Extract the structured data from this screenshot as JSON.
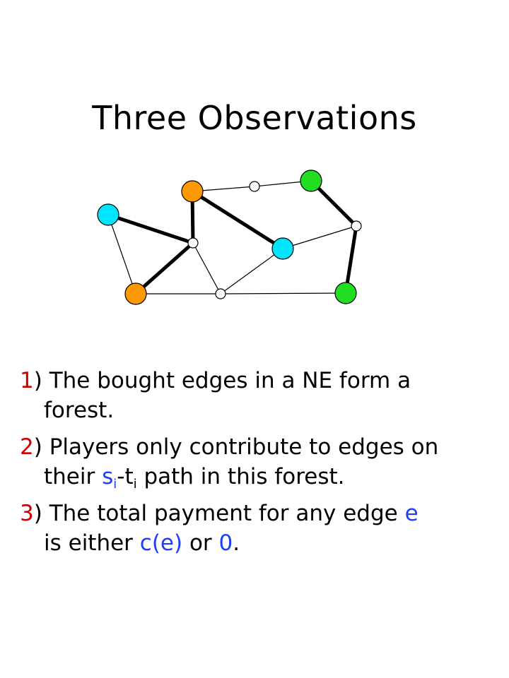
{
  "title": "Three Observations",
  "colors": {
    "orange": "#ff9900",
    "cyan": "#00e5ff",
    "green": "#22dd22",
    "white_node": "#ffffff",
    "edge": "#000000",
    "number": "#cc0000",
    "math": "#1f3dff"
  },
  "graph": {
    "nodes": [
      {
        "id": "cyan-left",
        "color": "cyan"
      },
      {
        "id": "orange-top",
        "color": "orange"
      },
      {
        "id": "white-top",
        "color": "white_node"
      },
      {
        "id": "green-top",
        "color": "green"
      },
      {
        "id": "white-center",
        "color": "white_node"
      },
      {
        "id": "cyan-center",
        "color": "cyan"
      },
      {
        "id": "white-right",
        "color": "white_node"
      },
      {
        "id": "orange-bottom",
        "color": "orange"
      },
      {
        "id": "white-bottom",
        "color": "white_node"
      },
      {
        "id": "green-bottom",
        "color": "green"
      }
    ],
    "edges": [
      {
        "from": "orange-top",
        "to": "white-top",
        "bought": false
      },
      {
        "from": "white-top",
        "to": "green-top",
        "bought": false
      },
      {
        "from": "green-top",
        "to": "white-right",
        "bought": true
      },
      {
        "from": "white-right",
        "to": "green-bottom",
        "bought": true
      },
      {
        "from": "cyan-center",
        "to": "white-right",
        "bought": false
      },
      {
        "from": "orange-top",
        "to": "cyan-center",
        "bought": true
      },
      {
        "from": "orange-top",
        "to": "white-center",
        "bought": true
      },
      {
        "from": "cyan-left",
        "to": "white-center",
        "bought": true
      },
      {
        "from": "white-center",
        "to": "orange-bottom",
        "bought": true
      },
      {
        "from": "cyan-left",
        "to": "orange-bottom",
        "bought": false
      },
      {
        "from": "white-center",
        "to": "white-bottom",
        "bought": false
      },
      {
        "from": "orange-bottom",
        "to": "white-bottom",
        "bought": false
      },
      {
        "from": "white-bottom",
        "to": "green-bottom",
        "bought": false
      },
      {
        "from": "white-bottom",
        "to": "cyan-center",
        "bought": false
      }
    ]
  },
  "observations": [
    {
      "number": "1",
      "paren": ")",
      "line1": " The bought edges in a NE form a",
      "line2": "forest."
    },
    {
      "number": "2",
      "paren": ")",
      "line1": " Players only contribute to edges on",
      "line2_pre": "their ",
      "s": "s",
      "s_sub": "i",
      "dash": "-",
      "t": "t",
      "t_sub": "i",
      "line2_post": " path in this forest."
    },
    {
      "number": "3",
      "paren": ")",
      "line1_pre": " The total payment for any edge ",
      "edge_var": "e",
      "line2_pre": "is either ",
      "cost": "c(e)",
      "or": " or ",
      "zero": "0",
      "period": "."
    }
  ]
}
